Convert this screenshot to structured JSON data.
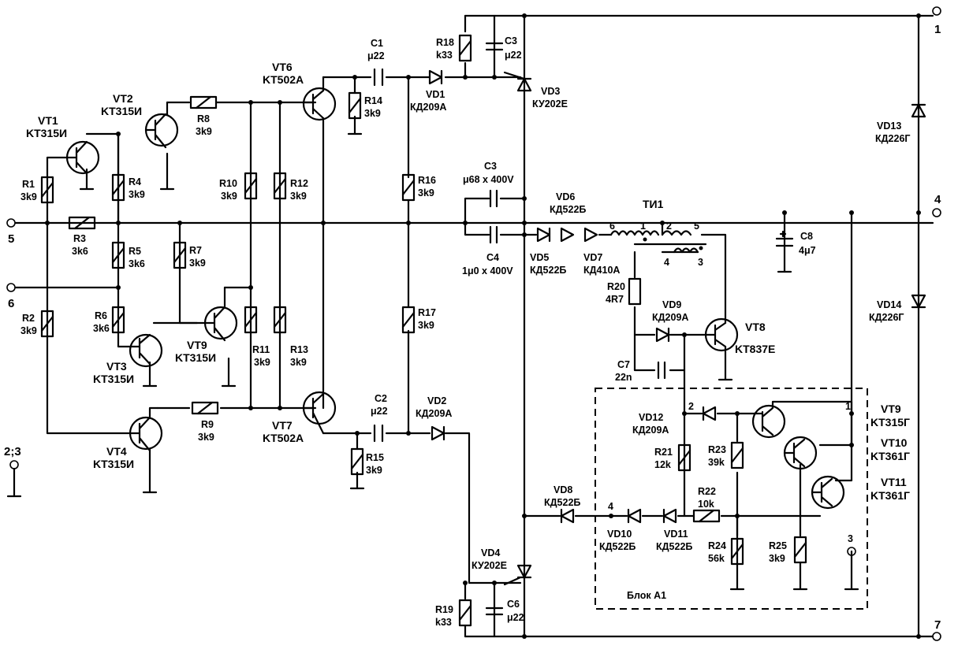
{
  "terminals": {
    "t1": "1",
    "t4": "4",
    "t7": "7",
    "t5": "5",
    "t6": "6",
    "t23": "2;3"
  },
  "transistors": {
    "vt1": {
      "ref": "VT1",
      "type": "KT315И"
    },
    "vt2": {
      "ref": "VT2",
      "type": "KT315И"
    },
    "vt3": {
      "ref": "VT3",
      "type": "KT315И"
    },
    "vt4": {
      "ref": "VT4",
      "type": "KT315И"
    },
    "vt6": {
      "ref": "VT6",
      "type": "KT502A"
    },
    "vt7": {
      "ref": "VT7",
      "type": "KT502A"
    },
    "vt8": {
      "ref": "VT8",
      "type": "KT837E"
    },
    "vt9": {
      "ref": "VT9",
      "type": "KT315И"
    },
    "vt9b": {
      "ref": "VT9",
      "type": "KT315Г"
    },
    "vt10": {
      "ref": "VT10",
      "type": "KT361Г"
    },
    "vt11": {
      "ref": "VT11",
      "type": "KT361Г"
    }
  },
  "resistors": {
    "r1": {
      "ref": "R1",
      "val": "3k9"
    },
    "r2": {
      "ref": "R2",
      "val": "3k9"
    },
    "r3": {
      "ref": "R3",
      "val": "3k6"
    },
    "r4": {
      "ref": "R4",
      "val": "3k9"
    },
    "r5": {
      "ref": "R5",
      "val": "3k6"
    },
    "r6": {
      "ref": "R6",
      "val": "3k6"
    },
    "r7": {
      "ref": "R7",
      "val": "3k9"
    },
    "r8": {
      "ref": "R8",
      "val": "3k9"
    },
    "r9": {
      "ref": "R9",
      "val": "3k9"
    },
    "r10": {
      "ref": "R10",
      "val": "3k9"
    },
    "r11": {
      "ref": "R11",
      "val": "3k9"
    },
    "r12": {
      "ref": "R12",
      "val": "3k9"
    },
    "r13": {
      "ref": "R13",
      "val": "3k9"
    },
    "r14": {
      "ref": "R14",
      "val": "3k9"
    },
    "r15": {
      "ref": "R15",
      "val": "3k9"
    },
    "r16": {
      "ref": "R16",
      "val": "3k9"
    },
    "r17": {
      "ref": "R17",
      "val": "3k9"
    },
    "r18": {
      "ref": "R18",
      "val": "k33"
    },
    "r19": {
      "ref": "R19",
      "val": "k33"
    },
    "r20": {
      "ref": "R20",
      "val": "4R7"
    },
    "r21": {
      "ref": "R21",
      "val": "12k"
    },
    "r22": {
      "ref": "R22",
      "val": "10k"
    },
    "r23": {
      "ref": "R23",
      "val": "39k"
    },
    "r24": {
      "ref": "R24",
      "val": "56k"
    },
    "r25": {
      "ref": "R25",
      "val": "3k9"
    }
  },
  "capacitors": {
    "c1": {
      "ref": "C1",
      "val": "μ22"
    },
    "c2": {
      "ref": "C2",
      "val": "μ22"
    },
    "c3a": {
      "ref": "C3",
      "val": "μ22"
    },
    "c3b": {
      "ref": "C3",
      "val": "μ68 x 400V"
    },
    "c4": {
      "ref": "C4",
      "val": "1μ0 x 400V"
    },
    "c6": {
      "ref": "C6",
      "val": "μ22"
    },
    "c7": {
      "ref": "C7",
      "val": "22n"
    },
    "c8": {
      "ref": "C8",
      "val": "4μ7"
    }
  },
  "diodes": {
    "vd1": {
      "ref": "VD1",
      "type": "КД209А"
    },
    "vd2": {
      "ref": "VD2",
      "type": "КД209А"
    },
    "vd3": {
      "ref": "VD3",
      "type": "КУ202Е"
    },
    "vd4": {
      "ref": "VD4",
      "type": "КУ202Е"
    },
    "vd5": {
      "ref": "VD5",
      "type": "КД522Б"
    },
    "vd6": {
      "ref": "VD6",
      "type": "КД522Б"
    },
    "vd7": {
      "ref": "VD7",
      "type": "КД410А"
    },
    "vd8": {
      "ref": "VD8",
      "type": "КД522Б"
    },
    "vd9": {
      "ref": "VD9",
      "type": "КД209А"
    },
    "vd10": {
      "ref": "VD10",
      "type": "КД522Б"
    },
    "vd11": {
      "ref": "VD11",
      "type": "КД522Б"
    },
    "vd12": {
      "ref": "VD12",
      "type": "КД209А"
    },
    "vd13": {
      "ref": "VD13",
      "type": "КД226Г"
    },
    "vd14": {
      "ref": "VD14",
      "type": "КД226Г"
    }
  },
  "transformer": {
    "ref": "ТИ1",
    "pins": {
      "p1": "1",
      "p2": "2",
      "p3": "3",
      "p4": "4",
      "p5": "5",
      "p6": "6"
    }
  },
  "block": {
    "title": "Блок А1",
    "nodes": {
      "n1": "1",
      "n2": "2",
      "n3": "3",
      "n4": "4"
    }
  }
}
